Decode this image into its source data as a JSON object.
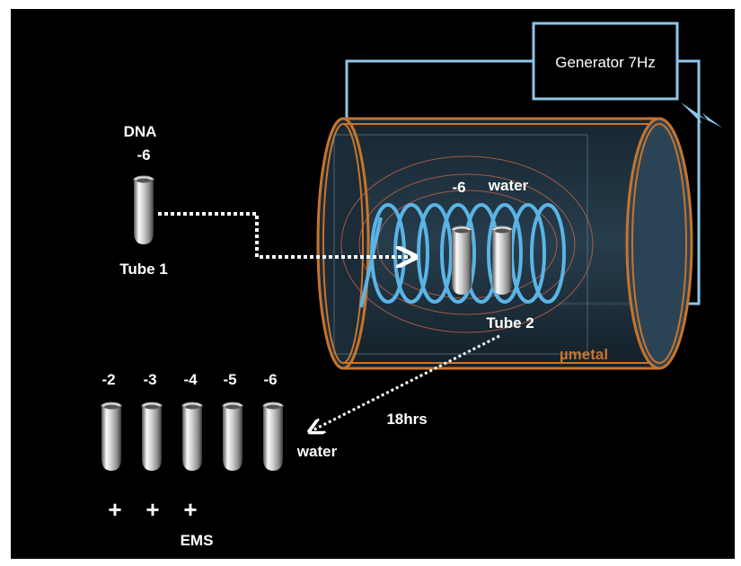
{
  "generator": {
    "label": "Generator 7Hz"
  },
  "dna": {
    "title": "DNA",
    "dilution": "-6",
    "tube_label": "Tube 1"
  },
  "chamber": {
    "tube_dilution": "-6",
    "water_label": "water",
    "tube_label": "Tube 2",
    "shield_label": "µmetal"
  },
  "incubation": {
    "label": "18hrs"
  },
  "results": {
    "dilutions": [
      "-2",
      "-3",
      "-4",
      "-5",
      "-6"
    ],
    "water_label": "water",
    "signals": [
      "+",
      "+",
      "+"
    ],
    "signal_label": "EMS"
  },
  "colors": {
    "background": "#000000",
    "coil": "#5ab4e6",
    "cylinder": "#c8742b",
    "generator_box": "#8ec6ea",
    "field_lines": "#d86a4a"
  }
}
